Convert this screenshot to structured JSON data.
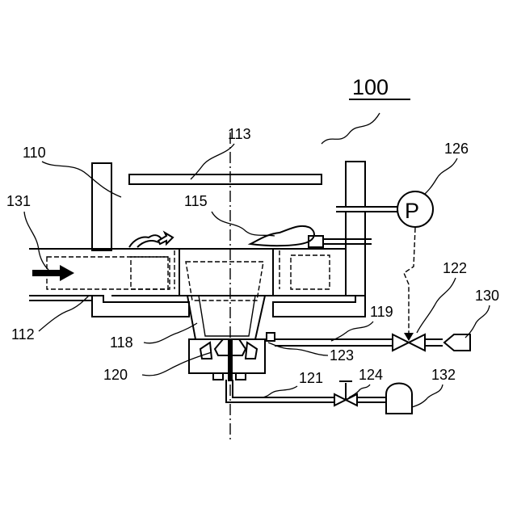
{
  "figure": {
    "main_label": "100",
    "pump_symbol": "P",
    "refs": {
      "r110": "110",
      "r113": "113",
      "r126": "126",
      "r131": "131",
      "r115": "115",
      "r122": "122",
      "r130": "130",
      "r112": "112",
      "r119": "119",
      "r118": "118",
      "r123": "123",
      "r120": "120",
      "r121": "121",
      "r124": "124",
      "r132": "132"
    }
  }
}
